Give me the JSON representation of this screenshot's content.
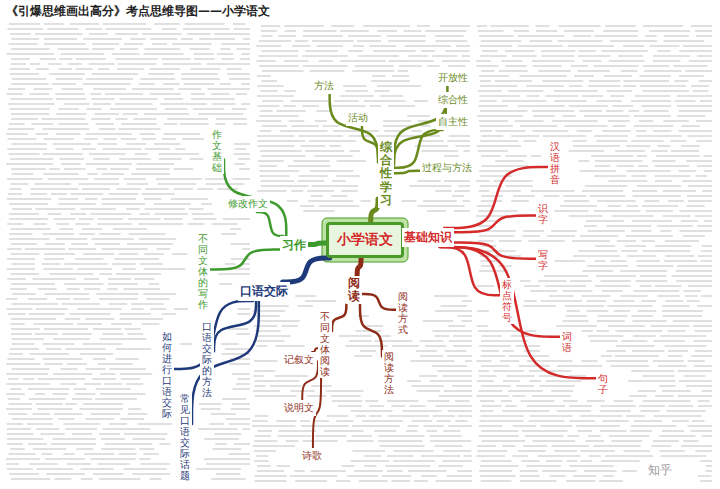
{
  "diagram": {
    "title": "《引爆思维画出高分》考点思维导图——小学语文",
    "nodes": [
      {
        "text": [
          "小学语文"
        ]
      },
      {
        "text": [
          "基础知识"
        ]
      },
      {
        "text": [
          "综合性学习"
        ]
      },
      {
        "text": [
          "习作"
        ]
      },
      {
        "text": [
          "口语交际"
        ]
      },
      {
        "text": [
          "阅读"
        ]
      },
      {
        "text": [
          "汉语拼音"
        ]
      },
      {
        "text": [
          "识字"
        ]
      },
      {
        "text": [
          "写字"
        ]
      },
      {
        "text": [
          "标点符号"
        ]
      },
      {
        "text": [
          "词语"
        ]
      },
      {
        "text": [
          "句子"
        ]
      },
      {
        "text": [
          "活动"
        ]
      },
      {
        "text": [
          "方法"
        ]
      },
      {
        "text": [
          "开放性"
        ]
      },
      {
        "text": [
          "综合性"
        ]
      },
      {
        "text": [
          "自主性"
        ]
      },
      {
        "text": [
          "过程与方法"
        ]
      },
      {
        "text": [
          "作文基础"
        ]
      },
      {
        "text": [
          "修改作文"
        ]
      },
      {
        "text": [
          "不同文体的写作"
        ]
      },
      {
        "text": [
          "口语交际的方法"
        ]
      },
      {
        "text": [
          "如何进行口语交际"
        ]
      },
      {
        "text": [
          "常见口语交际话题"
        ]
      },
      {
        "text": [
          "阅读方式"
        ]
      },
      {
        "text": [
          "阅读方法"
        ]
      },
      {
        "text": [
          "不同文体阅读"
        ]
      },
      {
        "text": [
          "记叙文"
        ]
      },
      {
        "text": [
          "说明文"
        ]
      },
      {
        "text": [
          "诗歌"
        ]
      }
    ],
    "edges": [
      {
        "from": 0,
        "to": 1,
        "arrow": "none"
      },
      {
        "from": 0,
        "to": 2,
        "arrow": "none"
      },
      {
        "from": 0,
        "to": 3,
        "arrow": "none"
      },
      {
        "from": 0,
        "to": 4,
        "arrow": "none"
      },
      {
        "from": 0,
        "to": 5,
        "arrow": "none"
      },
      {
        "from": 1,
        "to": 6,
        "arrow": "none"
      },
      {
        "from": 1,
        "to": 7,
        "arrow": "none"
      },
      {
        "from": 1,
        "to": 8,
        "arrow": "none"
      },
      {
        "from": 1,
        "to": 9,
        "arrow": "none"
      },
      {
        "from": 1,
        "to": 10,
        "arrow": "none"
      },
      {
        "from": 1,
        "to": 11,
        "arrow": "none"
      },
      {
        "from": 2,
        "to": 12,
        "arrow": "none"
      },
      {
        "from": 2,
        "to": 13,
        "arrow": "none"
      },
      {
        "from": 2,
        "to": 14,
        "arrow": "none"
      },
      {
        "from": 2,
        "to": 15,
        "arrow": "none"
      },
      {
        "from": 2,
        "to": 16,
        "arrow": "none"
      },
      {
        "from": 2,
        "to": 17,
        "arrow": "none"
      },
      {
        "from": 3,
        "to": 18,
        "arrow": "none"
      },
      {
        "from": 3,
        "to": 19,
        "arrow": "none"
      },
      {
        "from": 3,
        "to": 20,
        "arrow": "none"
      },
      {
        "from": 4,
        "to": 21,
        "arrow": "none"
      },
      {
        "from": 4,
        "to": 22,
        "arrow": "none"
      },
      {
        "from": 4,
        "to": 23,
        "arrow": "none"
      },
      {
        "from": 5,
        "to": 24,
        "arrow": "none"
      },
      {
        "from": 5,
        "to": 25,
        "arrow": "none"
      },
      {
        "from": 5,
        "to": 26,
        "arrow": "none"
      },
      {
        "from": 26,
        "to": 27,
        "arrow": "none"
      },
      {
        "from": 26,
        "to": 28,
        "arrow": "none"
      },
      {
        "from": 26,
        "to": 29,
        "arrow": "none"
      }
    ],
    "labels": [
      "知乎"
    ]
  }
}
